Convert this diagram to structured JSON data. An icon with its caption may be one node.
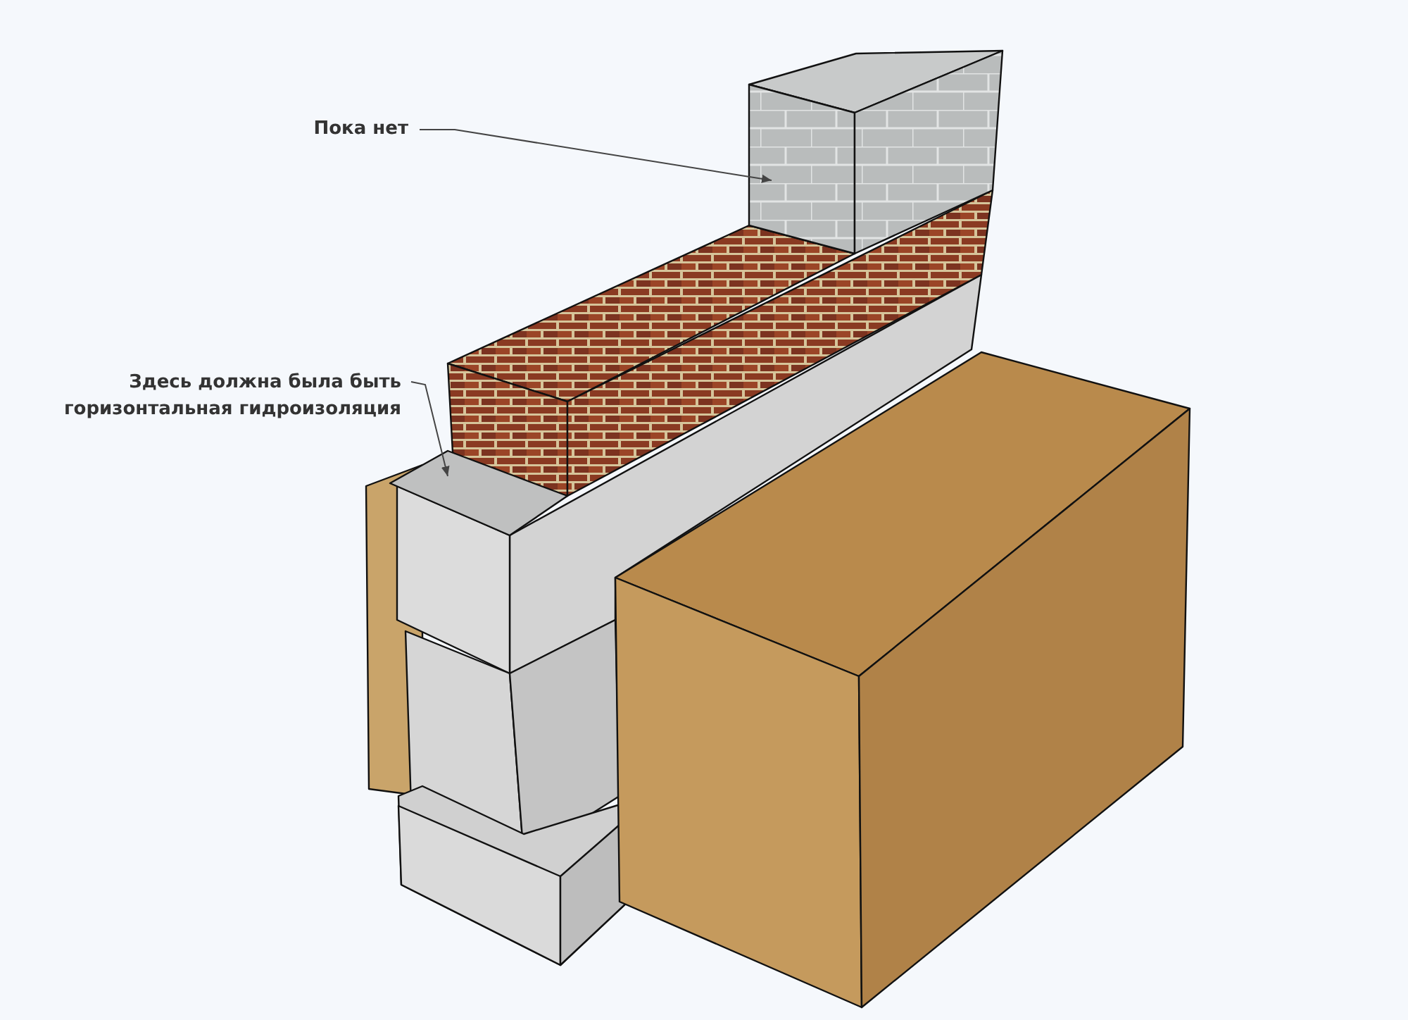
{
  "diagram": {
    "nodes": [
      {
        "text": [
          "Пока нет"
        ]
      },
      {
        "text": [],
        "shape": "picture"
      },
      {
        "text": [
          "Здесь должна была быть горизонтальная гидроизоляция"
        ]
      },
      {
        "text": [],
        "shape": "picture"
      }
    ],
    "edges": [
      {
        "from": 0,
        "to": 1,
        "arrow": "to"
      },
      {
        "from": 2,
        "to": 3,
        "arrow": "to"
      }
    ]
  }
}
